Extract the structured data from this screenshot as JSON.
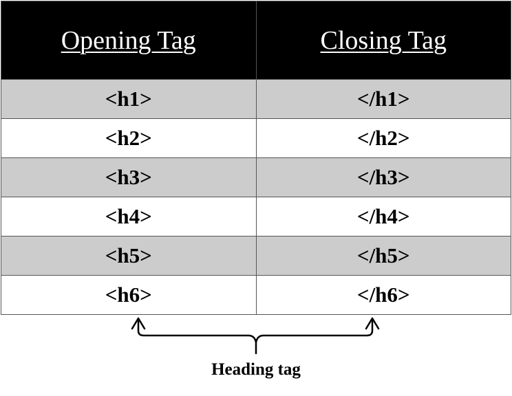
{
  "table": {
    "headers": [
      "Opening Tag",
      "Closing Tag"
    ],
    "rows": [
      [
        "<h1>",
        "</h1>"
      ],
      [
        "<h2>",
        "</h2>"
      ],
      [
        "<h3>",
        "</h3>"
      ],
      [
        "<h4>",
        "</h4>"
      ],
      [
        "<h5>",
        "</h5>"
      ],
      [
        "<h6>",
        "</h6>"
      ]
    ],
    "header_bg": "#000000",
    "header_text_color": "#ffffff",
    "shaded_row_color": "#cccccc"
  },
  "caption": "Heading tag"
}
